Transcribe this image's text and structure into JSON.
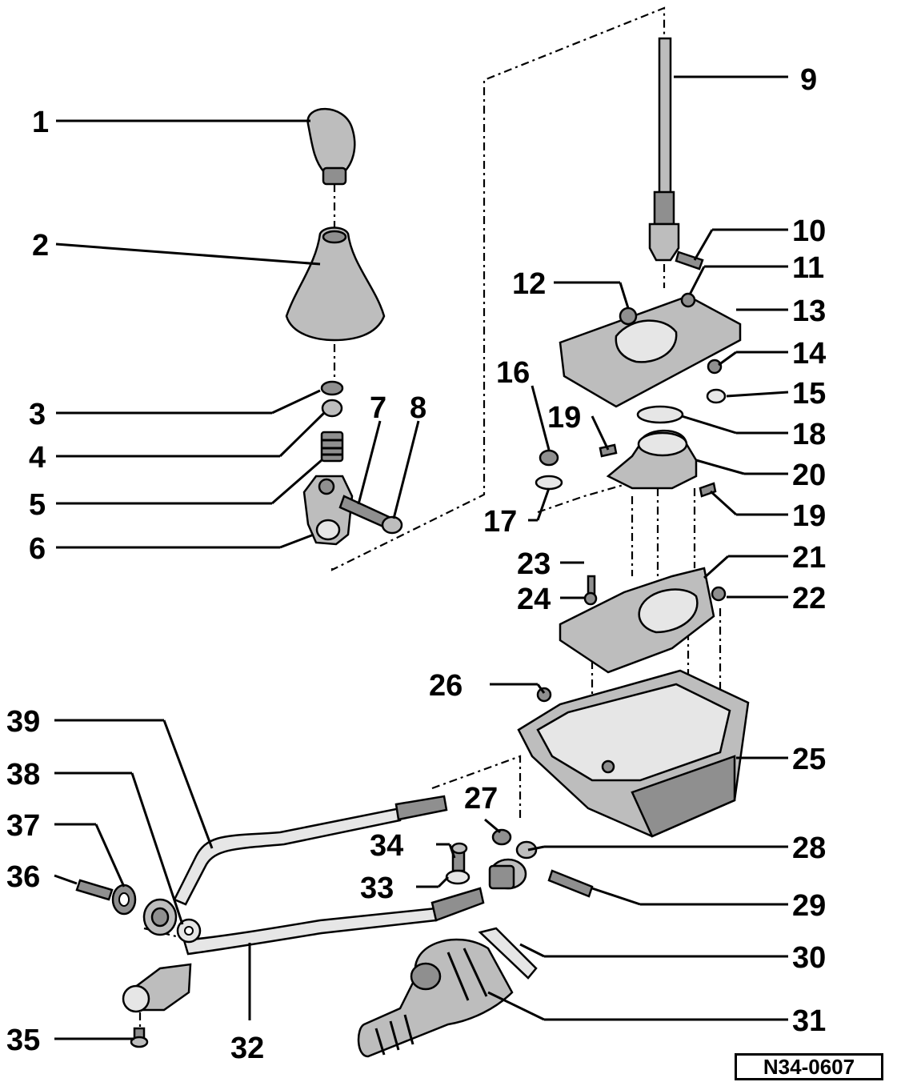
{
  "diagram": {
    "reference_code": "N34-0607",
    "callouts": [
      "1",
      "2",
      "3",
      "4",
      "5",
      "6",
      "7",
      "8",
      "9",
      "10",
      "11",
      "12",
      "13",
      "14",
      "15",
      "16",
      "17",
      "18",
      "19",
      "19",
      "20",
      "21",
      "22",
      "23",
      "24",
      "25",
      "26",
      "27",
      "28",
      "29",
      "30",
      "31",
      "32",
      "33",
      "34",
      "35",
      "36",
      "37",
      "38",
      "39"
    ]
  }
}
